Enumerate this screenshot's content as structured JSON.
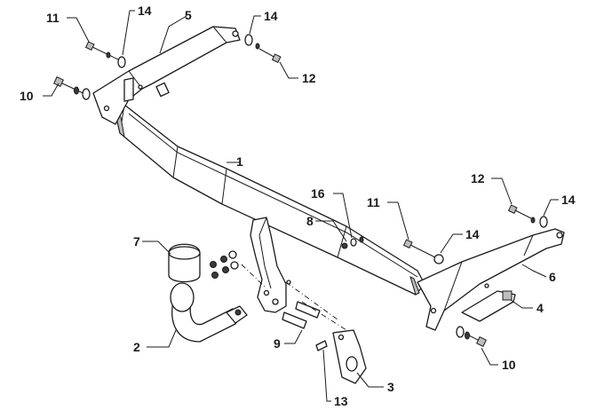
{
  "labels": {
    "l1": "1",
    "l2": "2",
    "l3": "3",
    "l4": "4",
    "l5": "5",
    "l6": "6",
    "l7": "7",
    "l8": "8",
    "l9": "9",
    "l10a": "10",
    "l10b": "10",
    "l11a": "11",
    "l11b": "11",
    "l12a": "12",
    "l12b": "12",
    "l13": "13",
    "l14a": "14",
    "l14b": "14",
    "l14c": "14",
    "l14d": "14",
    "l16": "16"
  },
  "colors": {
    "line": "#1a1a1a",
    "fill": "#ffffff",
    "shade": "#bdbdbd",
    "background": "#ffffff"
  }
}
